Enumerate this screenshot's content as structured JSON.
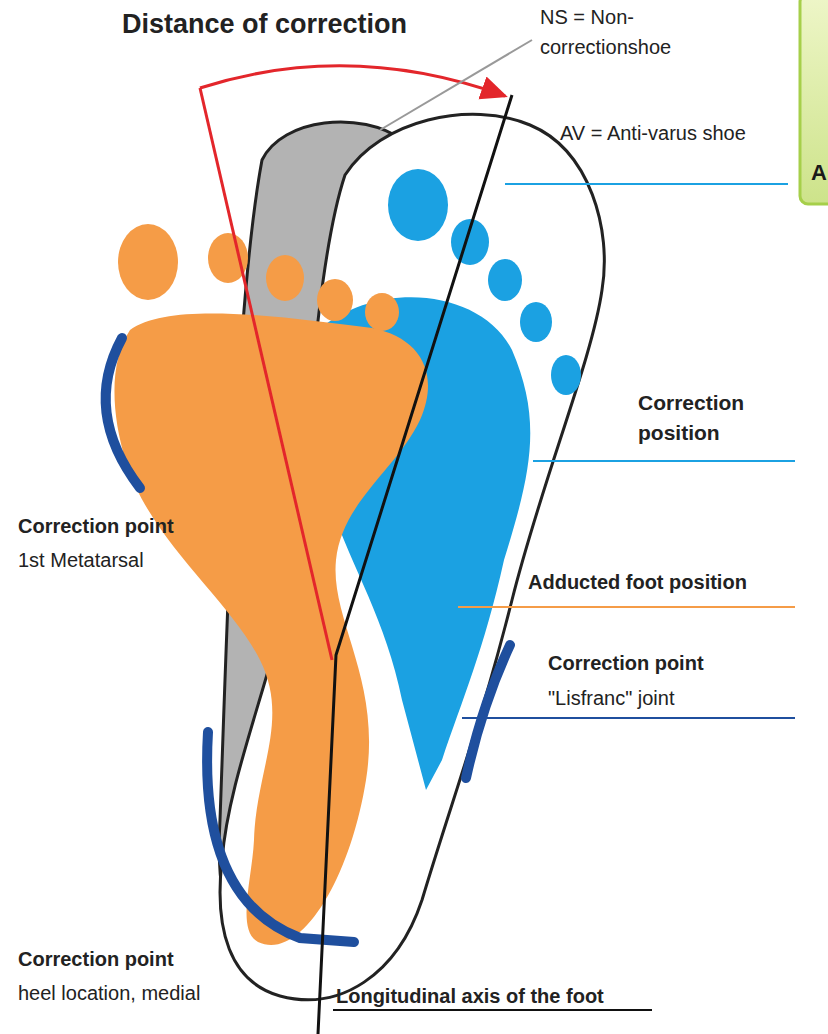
{
  "diagram": {
    "title": "Distance of correction",
    "labels": [
      "NS = Non-correctionshoe",
      "AV = Anti-varus shoe",
      "A",
      "Correction position",
      "Adducted foot position",
      "Correction point",
      "1st Metatarsal",
      "Correction point",
      "\"Lisfranc\" joint",
      "Correction point",
      "heel location, medial",
      "Longitudinal axis of the foot"
    ]
  }
}
